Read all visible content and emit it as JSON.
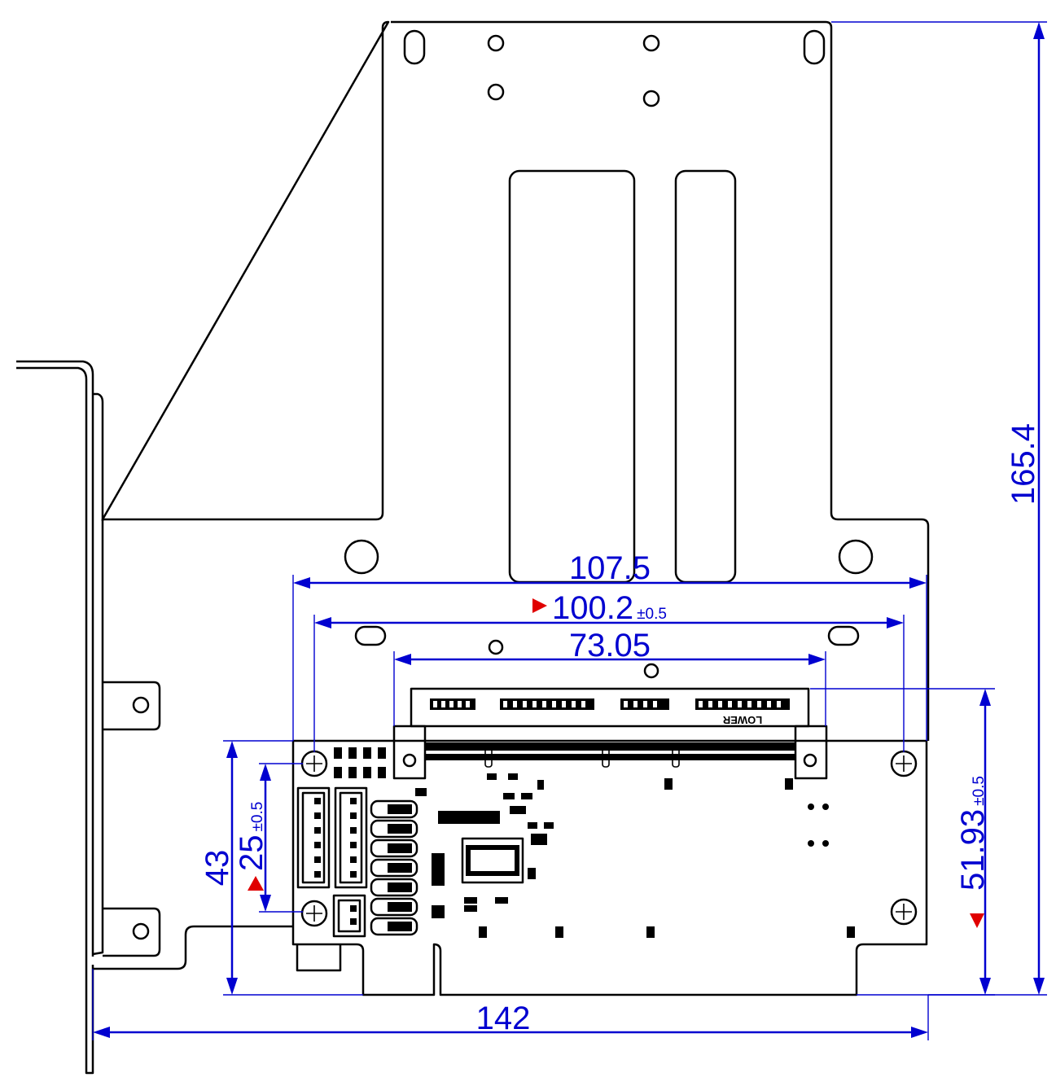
{
  "drawing": {
    "dimensions": {
      "overall_width": "142",
      "overall_height": "165.4",
      "connector_width": "107.5",
      "hole_spacing": "100.2",
      "hole_spacing_tolerance": "±0.5",
      "slot_width": "73.05",
      "board_height": "43",
      "hole_vertical_spacing": "25",
      "hole_vertical_tolerance": "±0.5",
      "connector_height": "51.93",
      "connector_height_tolerance": "±0.5"
    },
    "pcb_marking": "LOWER",
    "colors": {
      "dimension": "#0000d0",
      "critical_marker": "#e00000",
      "outline": "#000000"
    }
  }
}
